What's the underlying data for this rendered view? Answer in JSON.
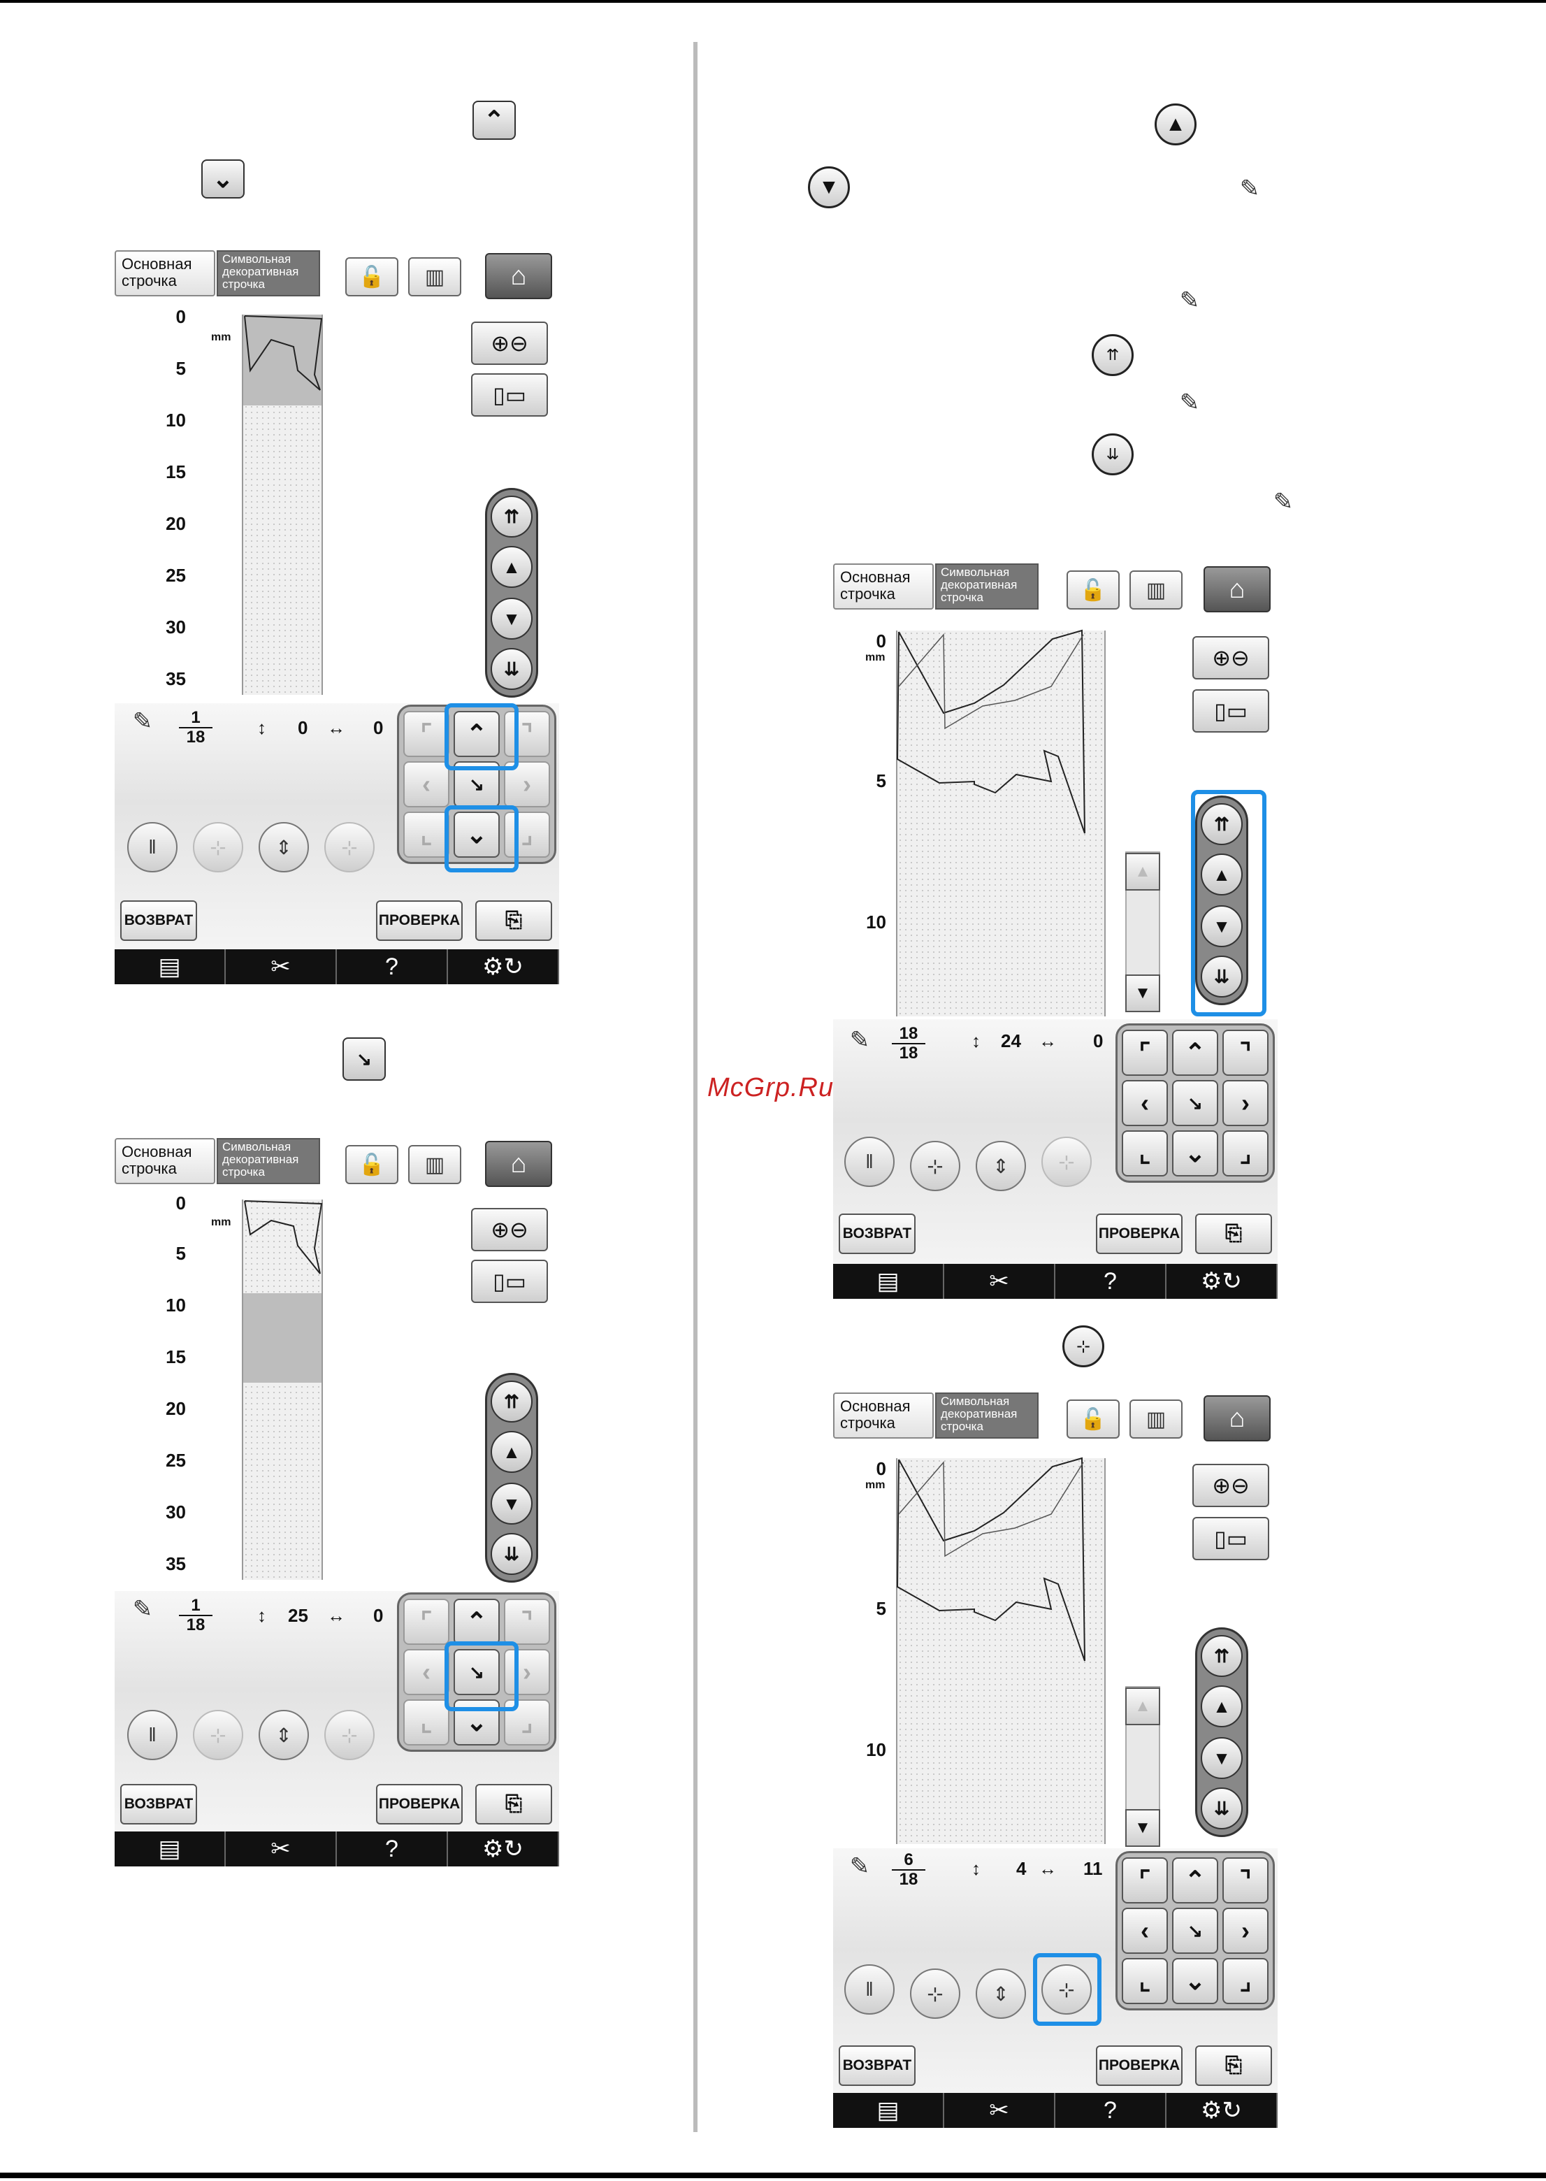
{
  "watermark": "McGrp.Ru",
  "ui": {
    "tab_basic_line1": "Основная",
    "tab_basic_line2": "строчка",
    "tab_char_line1": "Символьная",
    "tab_char_line2": "декоративная",
    "tab_char_line3": "строчка",
    "mm": "mm",
    "return_label": "ВОЗВРАТ",
    "check_label": "ПРОВЕРКА",
    "help": "?"
  },
  "screens": {
    "s1": {
      "ruler": [
        "0",
        "5",
        "10",
        "15",
        "20",
        "25",
        "30",
        "35"
      ],
      "num": "1",
      "den": "18",
      "v": "0",
      "h": "0"
    },
    "s2": {
      "ruler": [
        "0",
        "5",
        "10",
        "15",
        "20",
        "25",
        "30",
        "35"
      ],
      "num": "1",
      "den": "18",
      "v": "25",
      "h": "0"
    },
    "s3": {
      "ruler": [
        "0",
        "5",
        "10"
      ],
      "num": "18",
      "den": "18",
      "v": "24",
      "h": "0"
    },
    "s4": {
      "ruler": [
        "0",
        "5",
        "10"
      ],
      "num": "6",
      "den": "18",
      "v": "4",
      "h": "11"
    }
  },
  "icons": {
    "up": "chevron-up-icon",
    "down": "chevron-down-icon",
    "center": "needle-center-icon",
    "pen": "pen-pointer-icon",
    "triple_up": "move-up-fast-icon",
    "triple_down": "move-down-fast-icon",
    "add_point": "add-point-icon"
  },
  "colors": {
    "highlight": "#1e8fe6",
    "watermark": "#cc2222"
  }
}
